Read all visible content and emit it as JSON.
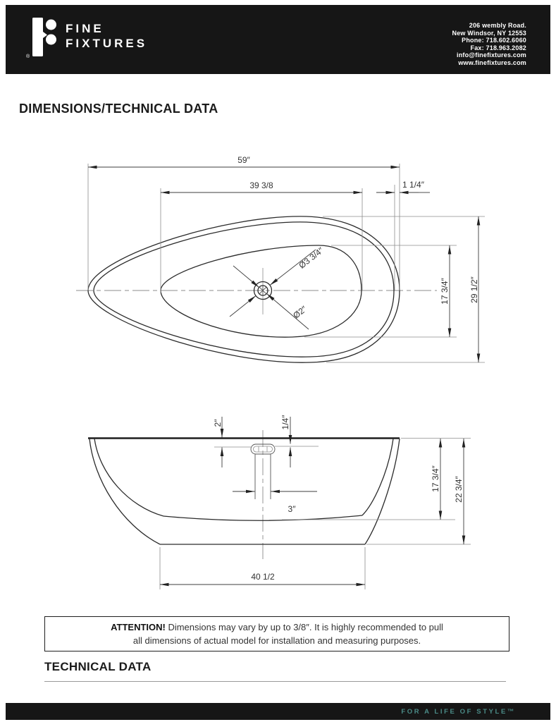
{
  "header": {
    "brand_line1": "FINE",
    "brand_line2": "FIXTURES",
    "registered_mark": "®",
    "contact": {
      "address_line1": "206 wembly Road.",
      "address_line2": "New Windsor, NY 12553",
      "phone": "Phone: 718.602.6060",
      "fax": "Fax: 718.963.2082",
      "email": "info@finefixtures.com",
      "website": "www.finefixtures.com"
    }
  },
  "page": {
    "title": "DIMENSIONS/TECHNICAL DATA",
    "section2_title": "TECHNICAL DATA"
  },
  "drawing": {
    "top_view": {
      "overall_length": "59″",
      "inner_length": "39 3/8",
      "rim_offset": "1 1/4″",
      "drain_outer_diameter": "Ø3 3/4″",
      "drain_diameter": "Ø2″",
      "inner_width": "17 3/4″",
      "overall_width": "29 1/2″"
    },
    "side_view": {
      "overflow_depth": "2″",
      "overflow_lip": "1/4″",
      "drain_offset": "3″",
      "inner_depth": "17 3/4″",
      "overall_height": "22 3/4″",
      "base_length": "40 1/2"
    }
  },
  "attention": {
    "label": "ATTENTION!",
    "text_line1": " Dimensions may vary by up to 3/8″. It is highly recommended to pull",
    "text_line2": "all dimensions of actual model for installation and measuring purposes."
  },
  "footer": {
    "tagline": "FOR A LIFE OF STYLE™",
    "accent_color": "#4A8A86"
  }
}
